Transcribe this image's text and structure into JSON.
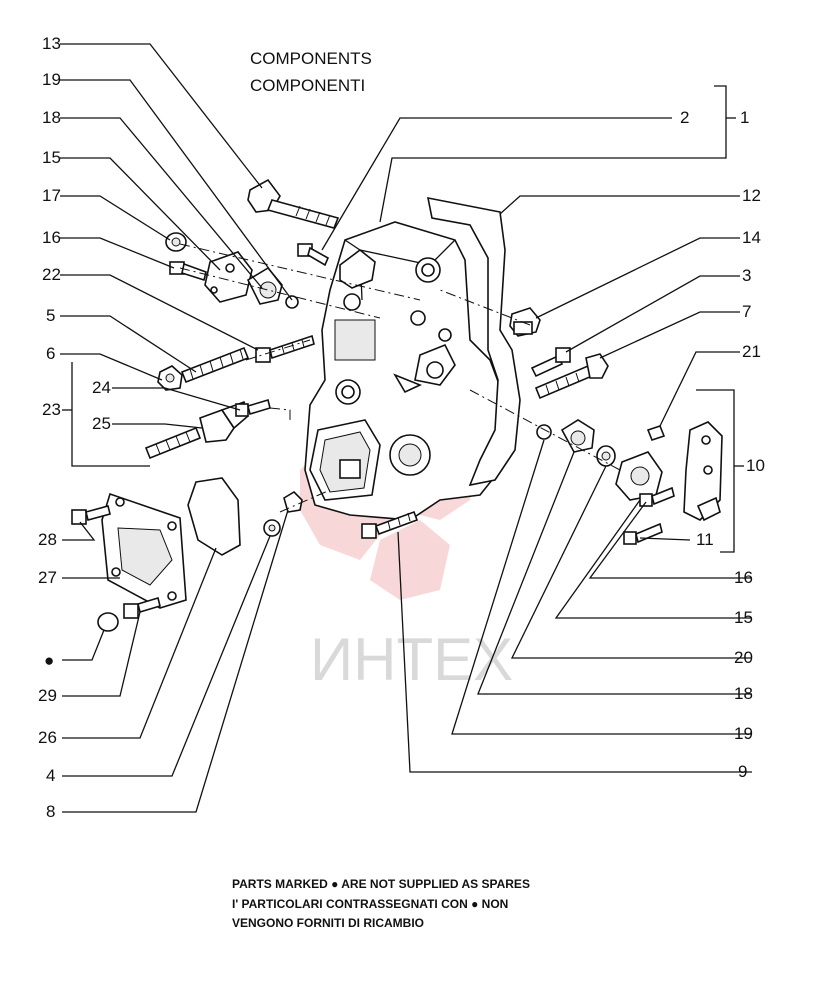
{
  "title": {
    "line1": "COMPONENTS",
    "line2": "COMPONENTI"
  },
  "labels": {
    "l1": "1",
    "l2": "2",
    "l3": "3",
    "l4": "4",
    "l5": "5",
    "l6": "6",
    "l7": "7",
    "l8": "8",
    "l9": "9",
    "l10": "10",
    "l11": "11",
    "l12": "12",
    "l13": "13",
    "l14": "14",
    "l15_left": "15",
    "l15_right": "15",
    "l16_left": "16",
    "l16_right": "16",
    "l17": "17",
    "l18_left": "18",
    "l18_right": "18",
    "l19_left": "19",
    "l19_right": "19",
    "l20": "20",
    "l21": "21",
    "l22": "22",
    "l23": "23",
    "l24": "24",
    "l25": "25",
    "l26": "26",
    "l27": "27",
    "l28": "28",
    "l29": "29",
    "bullet": "●"
  },
  "watermark": "ИНТЕХ",
  "note": {
    "line1": "PARTS MARKED ● ARE NOT SUPPLIED AS SPARES",
    "line2": "I' PARTICOLARI CONTRASSEGNATI CON ● NON",
    "line3": "VENGONO FORNITI DI RICAMBIO"
  },
  "colors": {
    "ink": "#111111",
    "watermark_red": "#f2b8b8"
  }
}
